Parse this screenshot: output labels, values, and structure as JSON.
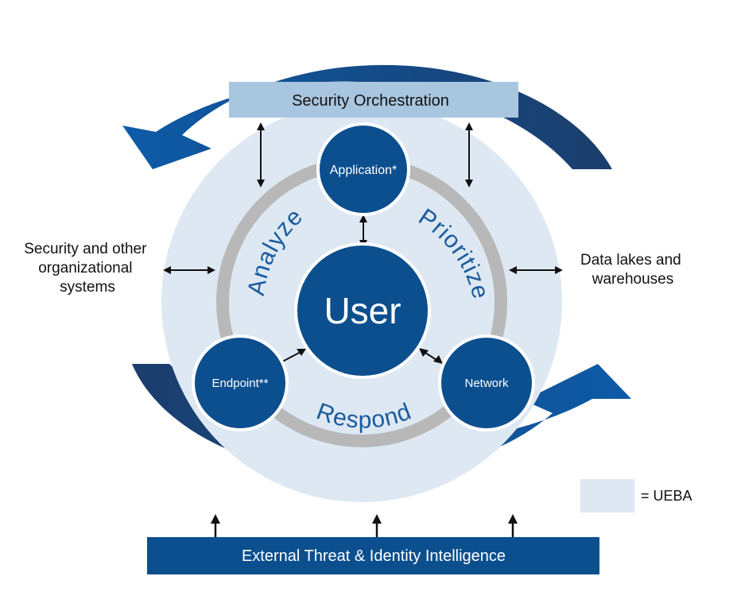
{
  "top_bar": {
    "label": "Security Orchestration"
  },
  "bottom_bar": {
    "label": "External Threat & Identity Intelligence"
  },
  "left_text": {
    "line1": "Security and other",
    "line2": "organizational",
    "line3": "systems"
  },
  "right_text": {
    "line1": "Data lakes and",
    "line2": "warehouses"
  },
  "center": {
    "label": "User"
  },
  "nodes": {
    "application": "Application*",
    "endpoint": "Endpoint**",
    "network": "Network"
  },
  "ring_words": {
    "analyze": "Analyze",
    "prioritize": "Prioritize",
    "respond": "Respond"
  },
  "legend": {
    "label": "= UEBA"
  },
  "colors": {
    "dark_blue": "#0b4f8f",
    "navy": "#1c3f6e",
    "ueba_fill": "#dde8f3",
    "ring_gray": "#b8b8b8",
    "top_bar_fill": "#a9c6e0",
    "ring_text": "#1a5a9c"
  }
}
